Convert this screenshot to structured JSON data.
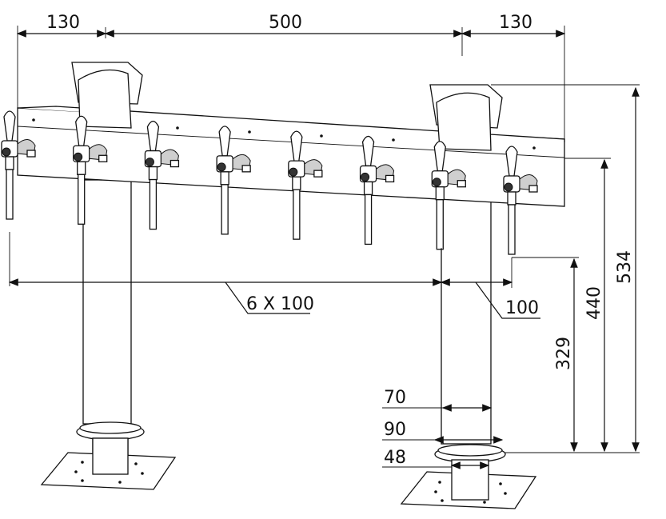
{
  "dimensions": {
    "left_overhang": "130",
    "span": "500",
    "right_overhang": "130",
    "total_height": "534",
    "tap_height": "440",
    "spout_height": "329",
    "tap_spacing": "6 X 100",
    "end_spacing": "100",
    "column_70": "70",
    "column_90": "90",
    "column_48": "48"
  },
  "tap_count": 8
}
